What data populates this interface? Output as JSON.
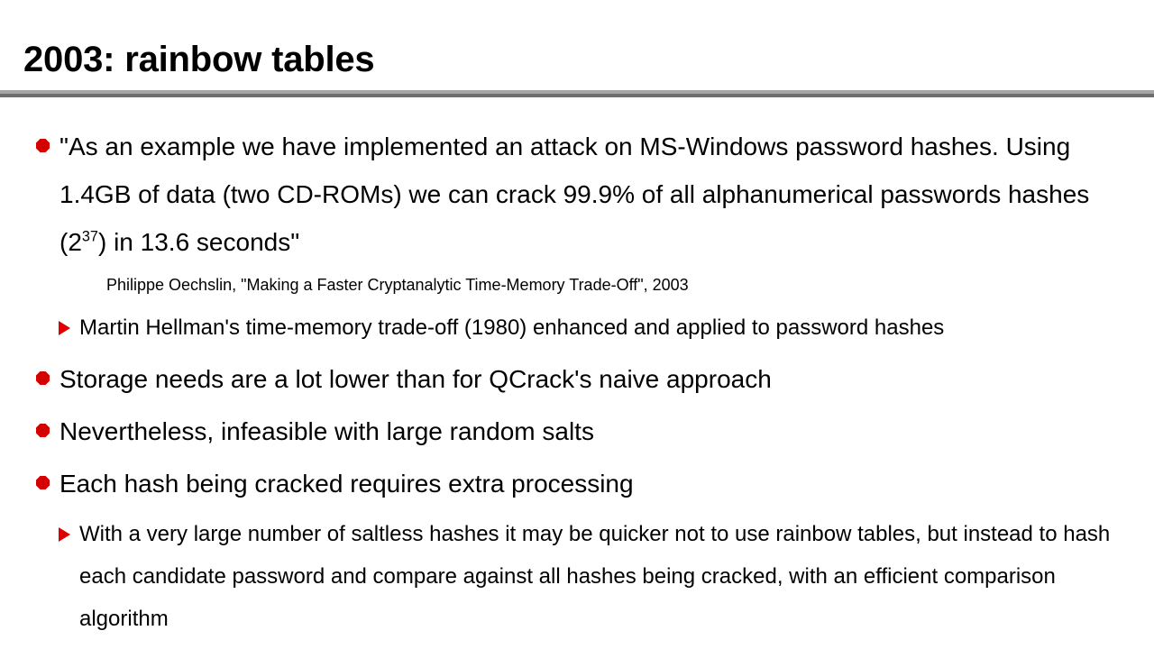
{
  "slide": {
    "title": "2003: rainbow tables",
    "accent_color": "#d40000",
    "rule_color_top": "#a6a6a6",
    "rule_color_bottom": "#6e6e6e",
    "text_color": "#000000",
    "background_color": "#ffffff",
    "bullets": [
      {
        "level": 1,
        "marker": "red-octagon-bullet",
        "text_before_sup": "\"As an example we have implemented an attack on MS-Windows password hashes. Using 1.4GB of data (two CD-ROMs) we can crack 99.9% of all alphanumerical passwords hashes (2",
        "superscript": "37",
        "text_after_sup": ") in 13.6 seconds\""
      },
      {
        "level": 0,
        "marker": "none",
        "text": "Philippe Oechslin, \"Making a Faster Cryptanalytic Time-Memory Trade-Off\", 2003"
      },
      {
        "level": 2,
        "marker": "red-triangle-bullet",
        "text": "Martin Hellman's time-memory trade-off (1980) enhanced and applied to password hashes"
      },
      {
        "level": 1,
        "marker": "red-octagon-bullet",
        "text": "Storage needs are a lot lower than for QCrack's naive approach"
      },
      {
        "level": 1,
        "marker": "red-octagon-bullet",
        "text": "Nevertheless, infeasible with large random salts"
      },
      {
        "level": 1,
        "marker": "red-octagon-bullet",
        "text": "Each hash being cracked requires extra processing"
      },
      {
        "level": 2,
        "marker": "red-triangle-bullet",
        "text": "With a very large number of saltless hashes it may be quicker not to use rainbow tables, but instead to hash each candidate password and compare against all hashes being cracked, with an efficient comparison algorithm"
      }
    ]
  }
}
